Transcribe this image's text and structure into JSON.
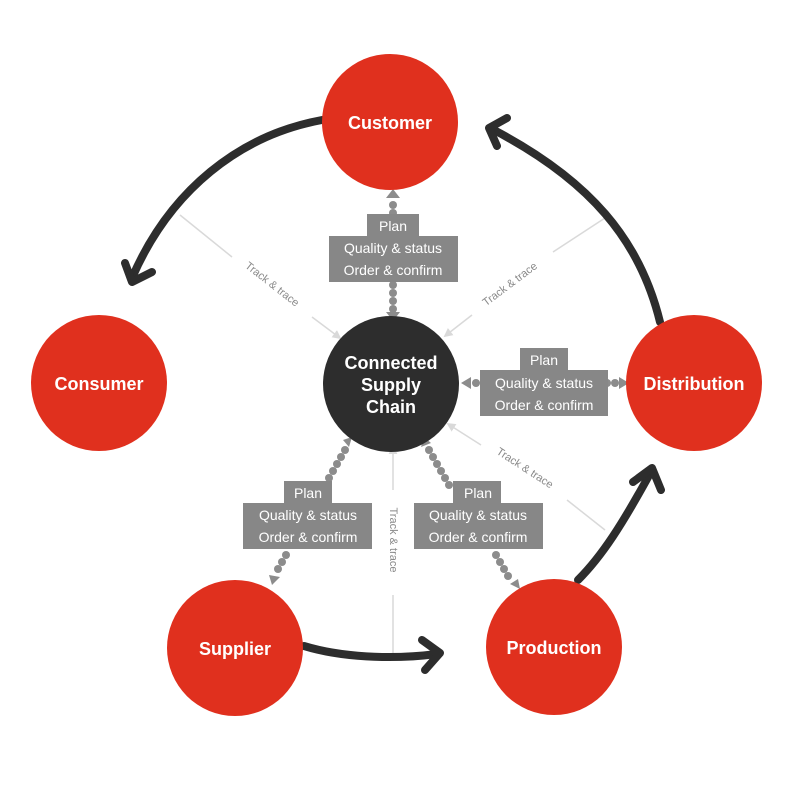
{
  "title": "Connected Supply Chain",
  "colors": {
    "node": "#e0301e",
    "hub": "#2d2d2d",
    "flow_arrow": "#2d2d2d",
    "info_box": "#878787",
    "info_connector": "#8c8c8c",
    "track_line": "#d9d9d9",
    "track_text": "#8a8a8a"
  },
  "hub": {
    "lines": [
      "Connected",
      "Supply",
      "Chain"
    ]
  },
  "nodes": {
    "customer": "Customer",
    "consumer": "Consumer",
    "distribution": "Distribution",
    "supplier": "Supplier",
    "production": "Production"
  },
  "info_boxes": {
    "customer": [
      "Plan",
      "Quality & status",
      "Order & confirm"
    ],
    "distribution": [
      "Plan",
      "Quality & status",
      "Order & confirm"
    ],
    "supplier": [
      "Plan",
      "Quality & status",
      "Order & confirm"
    ],
    "production": [
      "Plan",
      "Quality & status",
      "Order & confirm"
    ]
  },
  "track_labels": {
    "consumer": "Track & trace",
    "distribution_upper": "Track & trace",
    "distribution_lower": "Track & trace",
    "supplier_production": "Track & trace"
  },
  "flow": [
    "Supplier",
    "Production",
    "Distribution",
    "Customer",
    "Consumer"
  ]
}
